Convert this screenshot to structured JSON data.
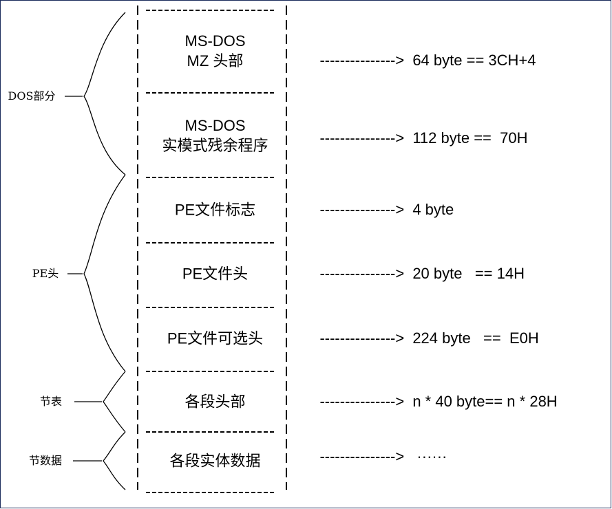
{
  "groups": [
    {
      "label": "DOS部分"
    },
    {
      "label": "PE头"
    },
    {
      "label": "节表"
    },
    {
      "label": "节数据"
    }
  ],
  "blocks": [
    {
      "line1": "MS-DOS",
      "line2": "MZ  头部",
      "arrow": "--------------->",
      "annotation": " 64 byte == 3CH+4"
    },
    {
      "line1": "MS-DOS",
      "line2": "实模式残余程序",
      "arrow": "--------------->",
      "annotation": " 112 byte ==  70H"
    },
    {
      "line1": "PE文件标志",
      "line2": "",
      "arrow": "--------------->",
      "annotation": " 4 byte"
    },
    {
      "line1": "PE文件头",
      "line2": "",
      "arrow": "--------------->",
      "annotation": " 20 byte   == 14H"
    },
    {
      "line1": "PE文件可选头",
      "line2": "",
      "arrow": "--------------->",
      "annotation": " 224 byte   ==  E0H"
    },
    {
      "line1": "各段头部",
      "line2": "",
      "arrow": "--------------->",
      "annotation": " n * 40 byte== n * 28H"
    },
    {
      "line1": "各段实体数据",
      "line2": "",
      "arrow": "--------------->",
      "annotation": "  ······"
    }
  ]
}
